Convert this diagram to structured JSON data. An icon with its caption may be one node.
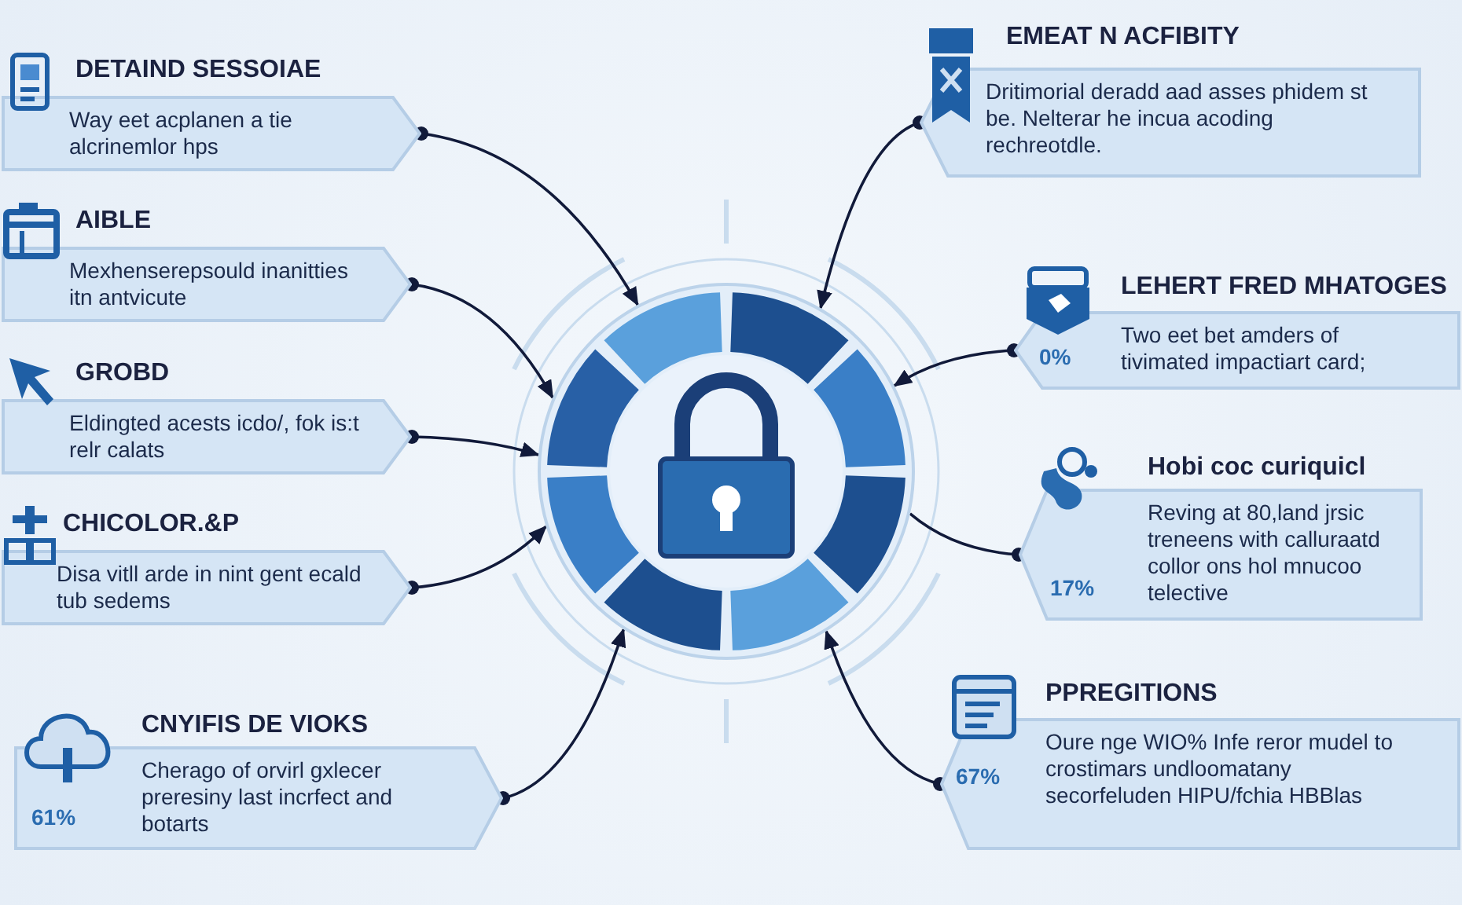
{
  "diagram": {
    "nodes": [
      {
        "text": [
          "DETAIND SESSOIAE",
          "Way eet acplanen a tie alcrinemlor hps"
        ]
      },
      {
        "text": [
          "AIBLE",
          "Mexhenserepsould inanitties itn antvicute"
        ]
      },
      {
        "text": [
          "GROBD",
          "Eldingted acests icdo/, fok is:t relr calats"
        ]
      },
      {
        "text": [
          "CHICOLOR.&P",
          "Disa vitll arde in nint gent ecald tub sedems"
        ]
      },
      {
        "text": [
          "CNYIFIS DE VIOKS",
          "61%",
          "Cherago of orvirl gxlecer preresiny last incrfect and botarts"
        ]
      },
      {
        "text": [
          "EMEAT N ACFIBITY",
          "Dritimorial deradd aad asses phidem st be. Nelterar he incua acoding rechreotdle."
        ]
      },
      {
        "text": [
          "LEHERT FRED MHATOGES",
          "0%",
          "Two eet bet amders of tivimated impactiart card;"
        ]
      },
      {
        "text": [
          "Hobi coc curiquicl",
          "17%",
          "Reving at 80,land jrsic treneens with calluraatd collor ons hol mnucoo telective"
        ]
      },
      {
        "text": [
          "PPREGITIONS",
          "67%",
          "Oure nge WIO% Infe reror mudel to crostimars undloomatany secorfeluden HIPU/fchia HBBlas"
        ]
      },
      {
        "text": [],
        "shape": "picture"
      }
    ],
    "edges": [
      {
        "from": 0,
        "to": 9,
        "arrow": "to"
      },
      {
        "from": 1,
        "to": 9,
        "arrow": "to"
      },
      {
        "from": 2,
        "to": 9,
        "arrow": "to"
      },
      {
        "from": 3,
        "to": 9,
        "arrow": "to"
      },
      {
        "from": 4,
        "to": 9,
        "arrow": "to"
      },
      {
        "from": 5,
        "to": 9,
        "arrow": "to"
      },
      {
        "from": 6,
        "to": 9,
        "arrow": "to"
      },
      {
        "from": 7,
        "to": 9,
        "arrow": "other"
      },
      {
        "from": 8,
        "to": 9,
        "arrow": "to"
      }
    ]
  }
}
